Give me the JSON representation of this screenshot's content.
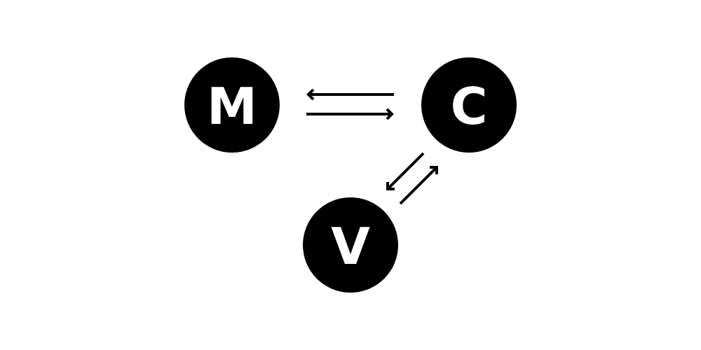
{
  "diagram": {
    "nodes": {
      "model": {
        "label": "M"
      },
      "controller": {
        "label": "C"
      },
      "view": {
        "label": "V"
      }
    },
    "edges": [
      {
        "from": "controller",
        "to": "model"
      },
      {
        "from": "model",
        "to": "controller"
      },
      {
        "from": "controller",
        "to": "view"
      },
      {
        "from": "view",
        "to": "controller"
      }
    ],
    "colors": {
      "node_fill": "#000000",
      "node_text": "#ffffff",
      "arrow": "#000000",
      "background": "#ffffff"
    }
  }
}
